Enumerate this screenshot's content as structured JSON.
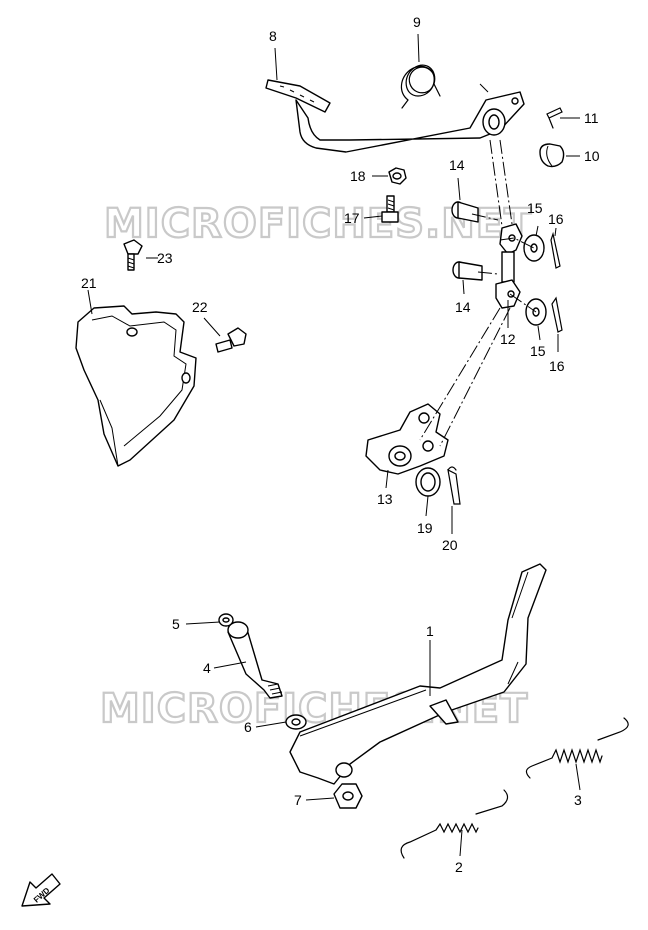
{
  "watermark": "MICROFICHES.NET",
  "fwd_label": "FWD",
  "parts": [
    {
      "num": "1"
    },
    {
      "num": "2"
    },
    {
      "num": "3"
    },
    {
      "num": "4"
    },
    {
      "num": "5"
    },
    {
      "num": "6"
    },
    {
      "num": "7"
    },
    {
      "num": "8"
    },
    {
      "num": "9"
    },
    {
      "num": "10"
    },
    {
      "num": "11"
    },
    {
      "num": "12"
    },
    {
      "num": "13"
    },
    {
      "num": "14"
    },
    {
      "num": "14"
    },
    {
      "num": "15"
    },
    {
      "num": "15"
    },
    {
      "num": "16"
    },
    {
      "num": "16"
    },
    {
      "num": "17"
    },
    {
      "num": "18"
    },
    {
      "num": "19"
    },
    {
      "num": "20"
    },
    {
      "num": "21"
    },
    {
      "num": "22"
    },
    {
      "num": "23"
    }
  ]
}
